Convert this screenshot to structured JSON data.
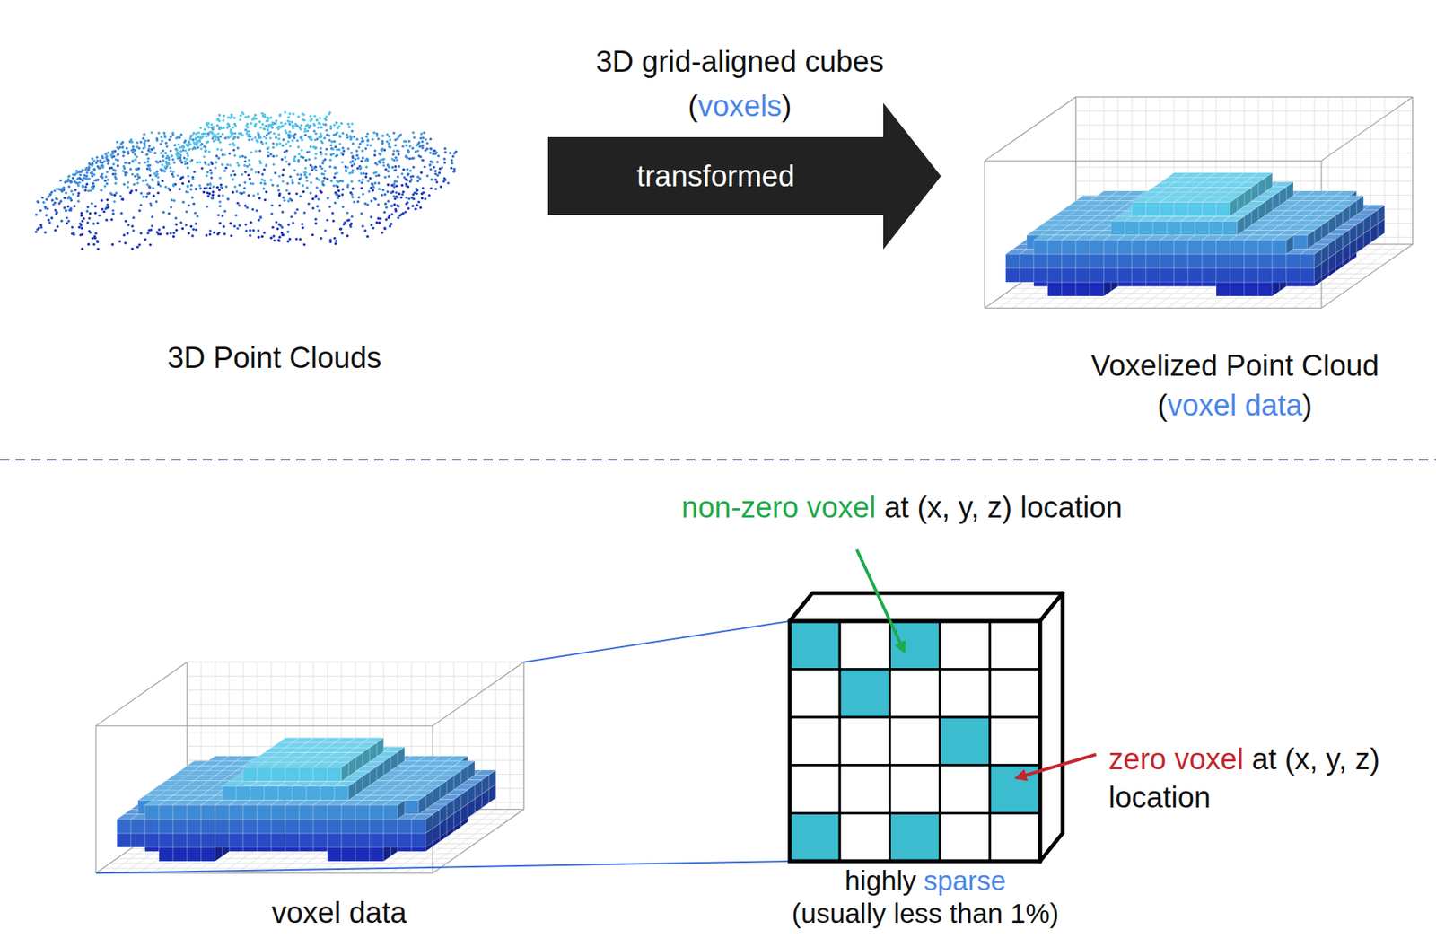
{
  "diagram": {
    "nodes": [
      {
        "text": [
          "transformed"
        ]
      }
    ],
    "labels": [
      "3D Point Clouds",
      "3D grid-aligned cubes",
      "(",
      "voxels",
      ")",
      "Voxelized Point Cloud",
      "(",
      "voxel data",
      ")",
      "voxel data",
      "non-zero voxel",
      "at (x, y, z) location",
      "zero voxel",
      "at (x, y, z) location",
      "highly",
      "sparse",
      "(usually less than 1%)"
    ]
  }
}
